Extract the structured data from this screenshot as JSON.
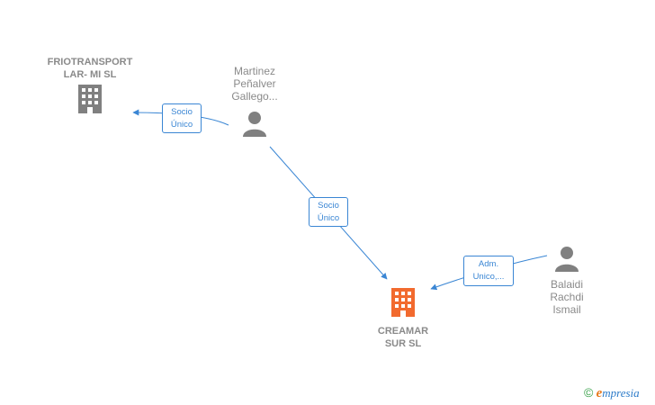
{
  "nodes": {
    "friotransport": {
      "label": "FRIOTRANSPORT\nLAR- MI  SL",
      "color": "#808080"
    },
    "martinez": {
      "label": "Martinez\nPeñalver\nGallego..."
    },
    "creamar": {
      "label": "CREAMAR\nSUR  SL",
      "color": "#f26a2e"
    },
    "balaidi": {
      "label": "Balaidi\nRachdi\nIsmail"
    }
  },
  "relations": {
    "socio_unico_1": {
      "label": "Socio\nÚnico"
    },
    "socio_unico_2": {
      "label": "Socio\nÚnico"
    },
    "adm_unico": {
      "label": "Adm.\nUnico,..."
    }
  },
  "brand": {
    "copyright": "©",
    "e": "e",
    "rest": "mpresia"
  },
  "colors": {
    "edge": "#3a86d4",
    "person": "#808080"
  }
}
